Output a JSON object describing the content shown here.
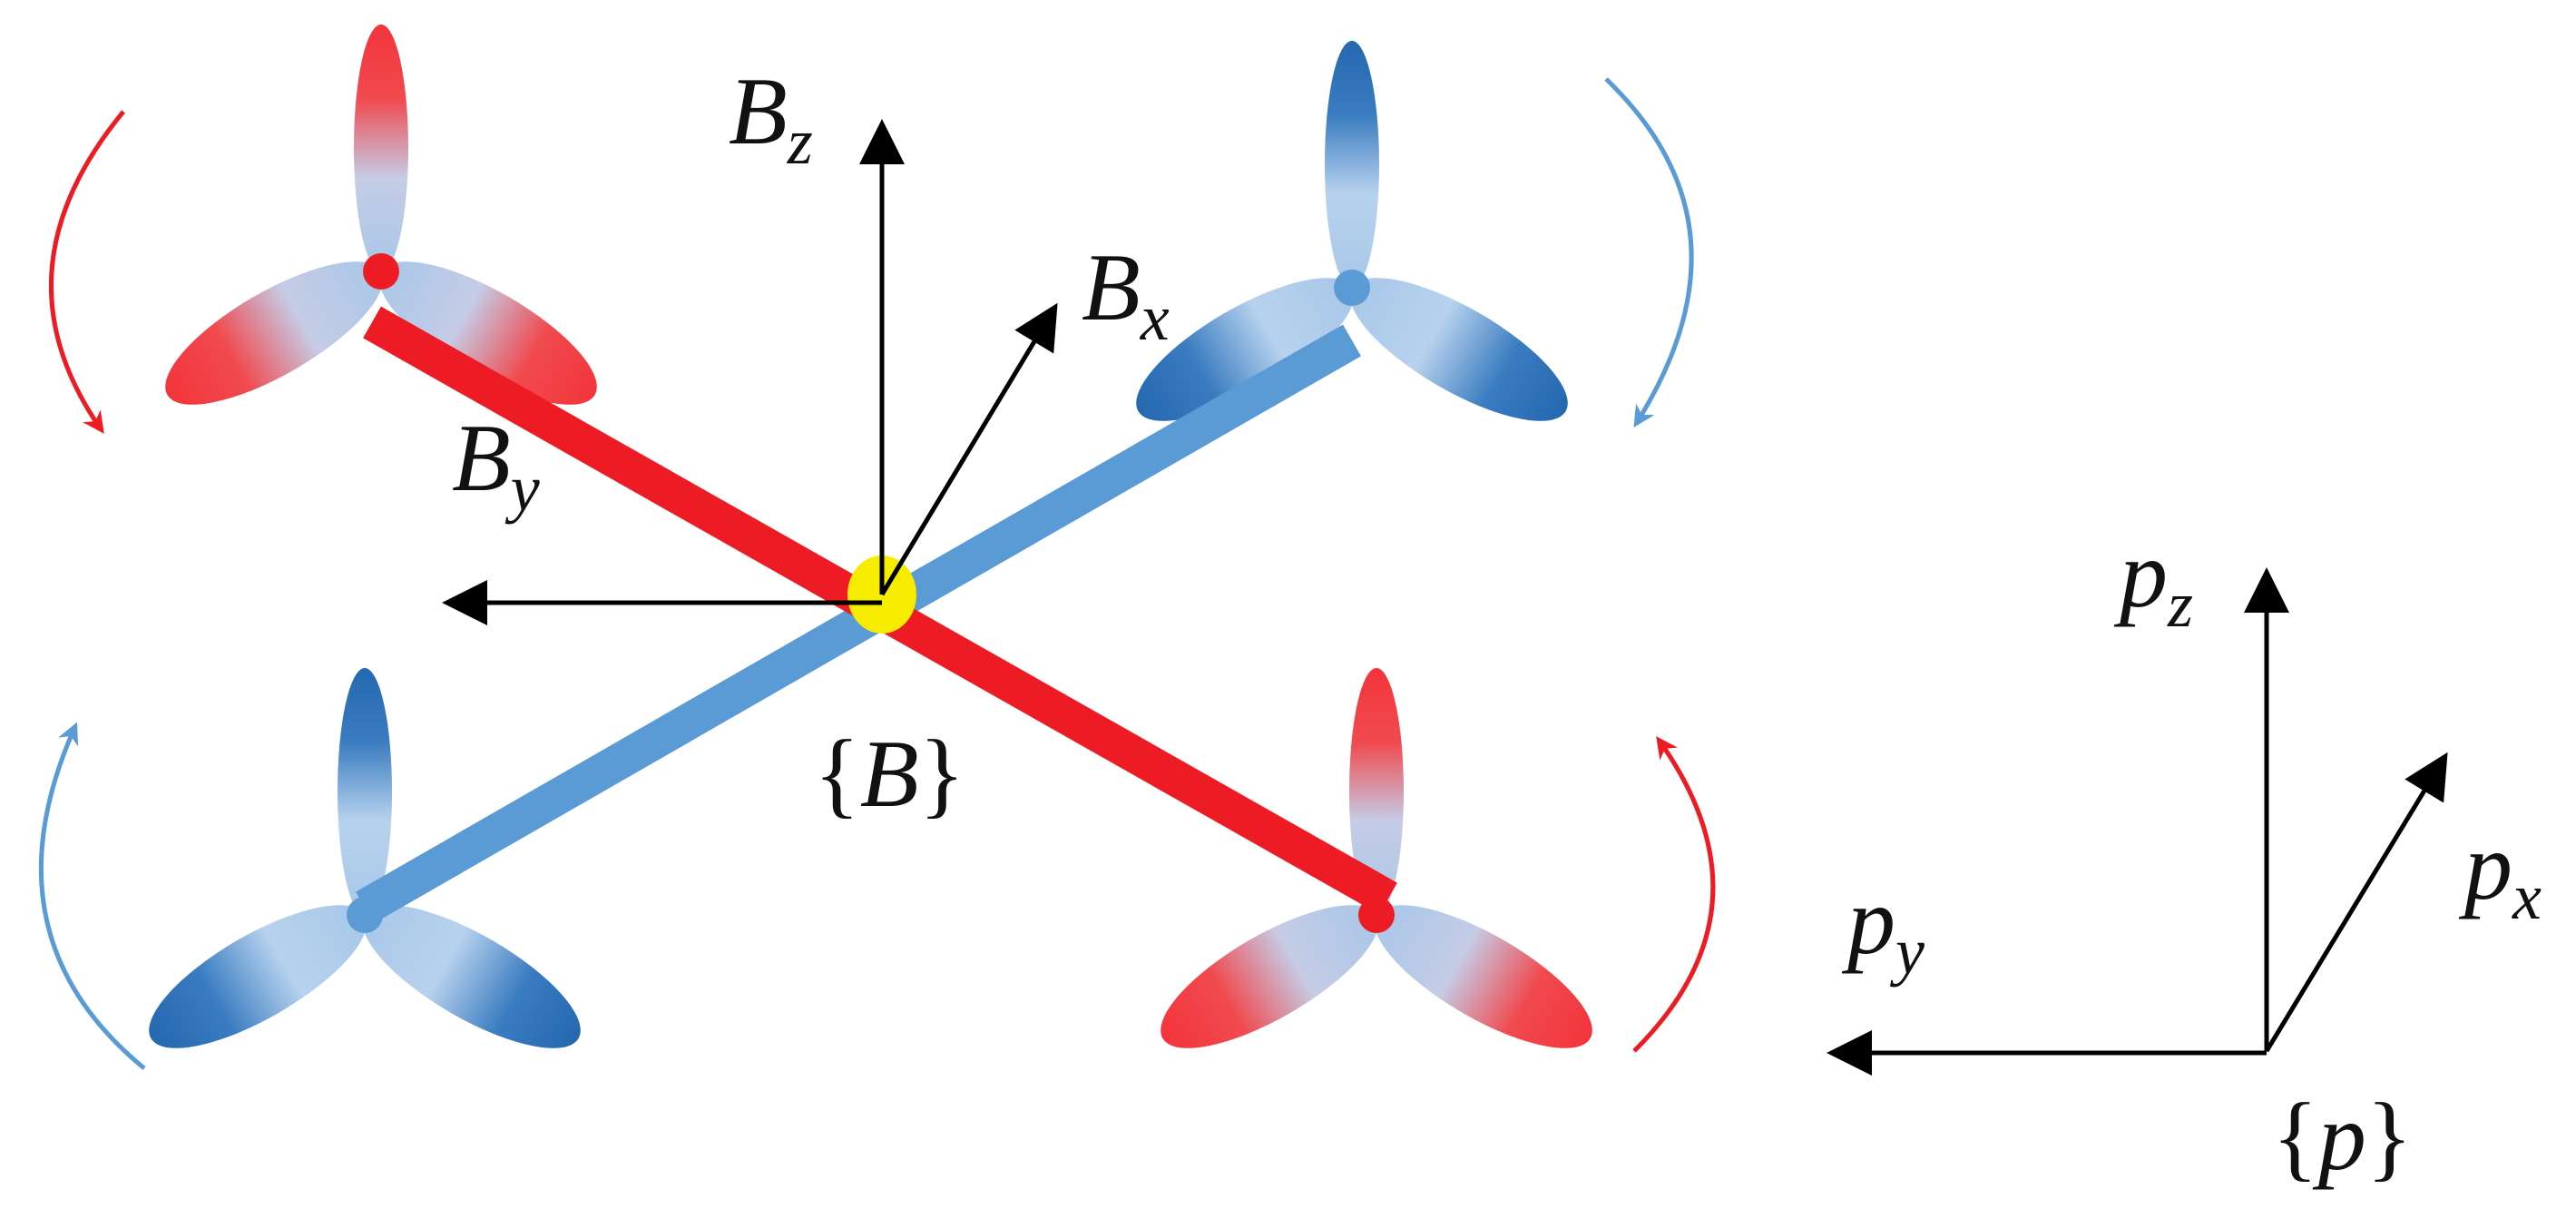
{
  "colors": {
    "red": "#ed1c24",
    "blue": "#5b9bd5",
    "blade_light": "#b7d2ee",
    "blade_base": "#a8c7e8",
    "tip_red": "#f2353b",
    "tip_blue": "#2468b0",
    "center": "#f5ec00",
    "axis": "#000000"
  },
  "rotors": [
    {
      "id": "front-left",
      "tip": "red",
      "spin": "counterclockwise"
    },
    {
      "id": "front-right",
      "tip": "blue",
      "spin": "clockwise"
    },
    {
      "id": "rear-left",
      "tip": "blue",
      "spin": "clockwise"
    },
    {
      "id": "rear-right",
      "tip": "red",
      "spin": "counterclockwise"
    }
  ],
  "body_frame": {
    "bz": {
      "base": "B",
      "sub": "z"
    },
    "bx": {
      "base": "B",
      "sub": "x"
    },
    "by": {
      "base": "B",
      "sub": "y"
    },
    "name": {
      "open": "{",
      "letter": "B",
      "close": "}"
    }
  },
  "reference_frame": {
    "pz": {
      "base": "p",
      "sub": "z"
    },
    "px": {
      "base": "p",
      "sub": "x"
    },
    "py": {
      "base": "p",
      "sub": "y"
    },
    "name": {
      "open": "{",
      "letter": "p",
      "close": "}"
    }
  }
}
